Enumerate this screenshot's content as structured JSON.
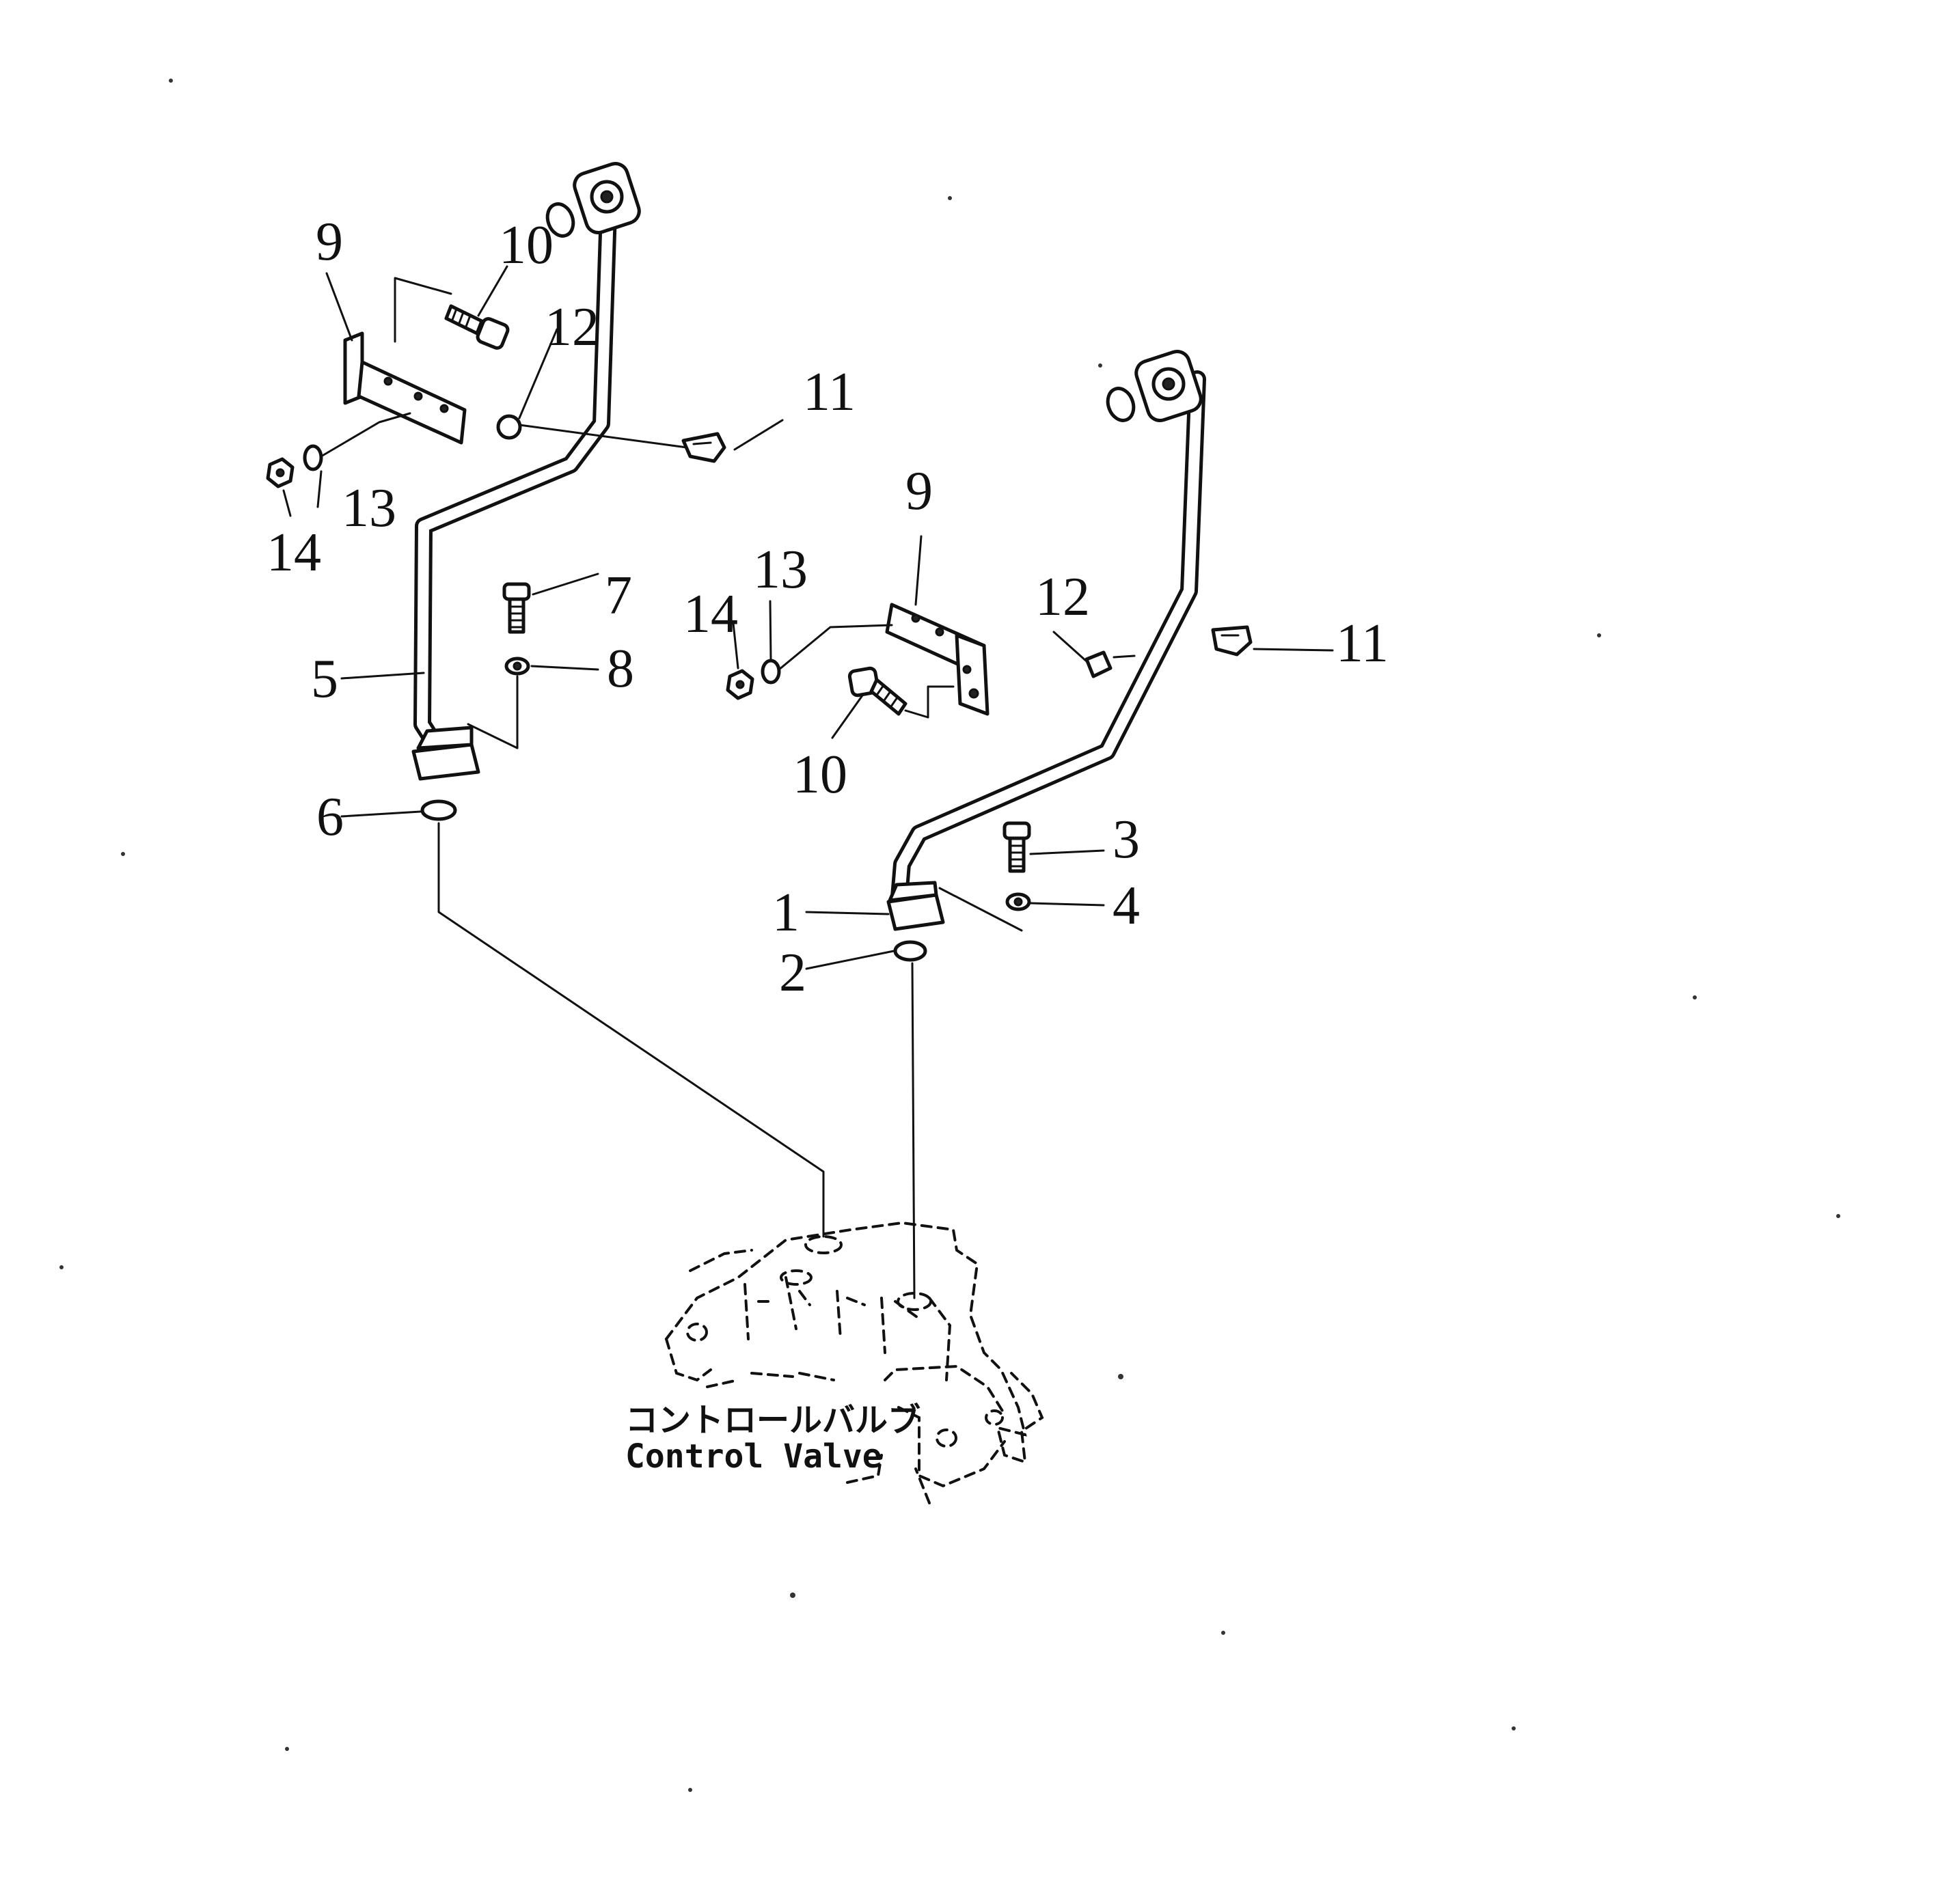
{
  "callouts": {
    "left_assembly": {
      "n9": "9",
      "n10": "10",
      "n12": "12",
      "n11": "11",
      "n13": "13",
      "n14": "14",
      "n7": "7",
      "n5": "5",
      "n8": "8",
      "n6": "6"
    },
    "right_assembly": {
      "n9": "9",
      "n13": "13",
      "n14": "14",
      "n12": "12",
      "n11": "11",
      "n10": "10",
      "n3": "3",
      "n1": "1",
      "n4": "4",
      "n2": "2"
    }
  },
  "control_valve": {
    "label_jp": "コントロールバルブ",
    "label_en": "Control Valve"
  }
}
